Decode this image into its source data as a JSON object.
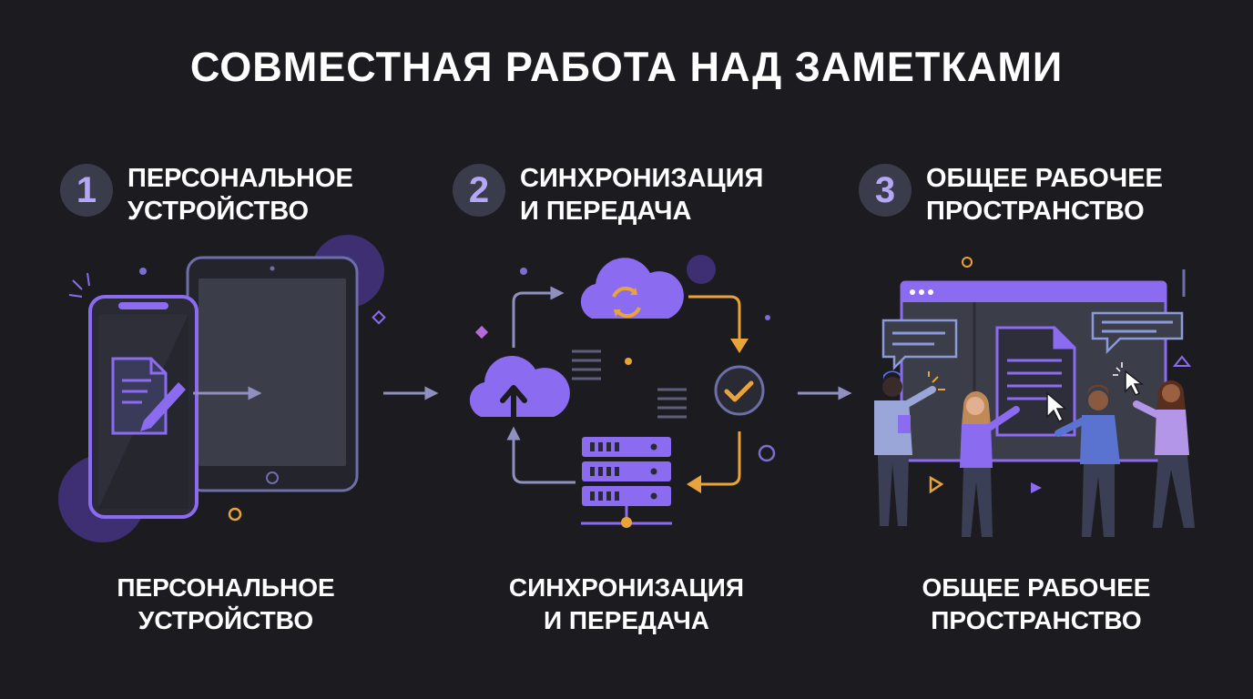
{
  "title": "СОВМЕСТНАЯ РАБОТА НАД ЗАМЕТКАМИ",
  "steps": [
    {
      "number": "1",
      "title_line1": "ПЕРСОНАЛЬНОЕ",
      "title_line2": "УСТРОЙСТВО",
      "caption_line1": "ПЕРСОНАЛЬНОЕ",
      "caption_line2": "УСТРОЙСТВО"
    },
    {
      "number": "2",
      "title_line1": "СИНХРОНИЗАЦИЯ",
      "title_line2": "И ПЕРЕДАЧА",
      "caption_line1": "СИНХРОНИЗАЦИЯ",
      "caption_line2": "И ПЕРЕДАЧА"
    },
    {
      "number": "3",
      "title_line1": "ОБЩЕЕ РАБОЧЕЕ",
      "title_line2": "ПРОСТРАНСТВО",
      "caption_line1": "ОБЩЕЕ РАБОЧЕЕ",
      "caption_line2": "ПРОСТРАНСТВО"
    }
  ],
  "icons": [
    "phone-icon",
    "tablet-icon",
    "note-edit-icon",
    "cloud-upload-icon",
    "cloud-sync-icon",
    "checkmark-icon",
    "server-icon",
    "workspace-window-icon",
    "chat-bubble-icon",
    "document-icon",
    "cursor-icon",
    "people-icon"
  ],
  "colors": {
    "background": "#1c1c20",
    "accent_purple": "#8b6cf0",
    "accent_orange": "#e8a33a",
    "device_frame": "#6e6ea8",
    "muted": "#3a3b4b"
  }
}
